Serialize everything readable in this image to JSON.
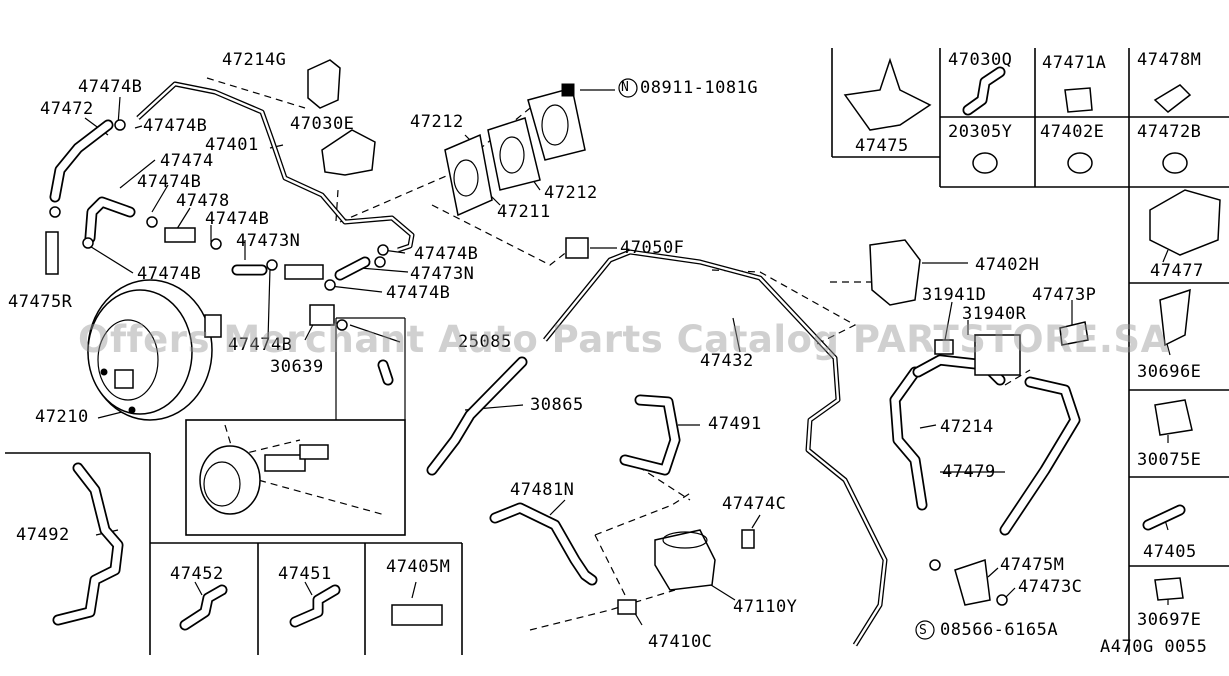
{
  "labels": {
    "l47474b_a": "47474B",
    "l47472": "47472",
    "l47474b_b": "47474B",
    "l47214g": "47214G",
    "l47030e": "47030E",
    "l47401": "47401",
    "l47474": "47474",
    "l47474b_c": "47474B",
    "l47478": "47478",
    "l47474b_d": "47474B",
    "l47473n_a": "47473N",
    "l47474b_e": "47474B",
    "l47475r": "47475R",
    "l47474b_f": "47474B",
    "l47473n_b": "47473N",
    "l47474b_g": "47474B",
    "l47474b_h": "47474B",
    "l30639": "30639",
    "l25085": "25085",
    "l47210": "47210",
    "l47212_a": "47212",
    "l47212_b": "47212",
    "l47211": "47211",
    "l08911": "08911-1081G",
    "l47050f": "47050F",
    "l47432": "47432",
    "l30865": "30865",
    "l47491": "47491",
    "l47481n": "47481N",
    "l47474c": "47474C",
    "l47110y": "47110Y",
    "l47410c": "47410C",
    "l47402h": "47402H",
    "l31941d": "31941D",
    "l31940r": "31940R",
    "l47473p": "47473P",
    "l47214": "47214",
    "l47479": "47479",
    "l47475m": "47475M",
    "l47473c": "47473C",
    "l08566": "08566-6165A",
    "l47492": "47492",
    "l47452": "47452",
    "l47451": "47451",
    "l47405m": "47405M",
    "l47475": "47475",
    "l47030q": "47030Q",
    "l47471a": "47471A",
    "l47478m": "47478M",
    "l20305y": "20305Y",
    "l47402e": "47402E",
    "l47472b": "47472B",
    "l47477": "47477",
    "l30696e": "30696E",
    "l30075e": "30075E",
    "l47405": "47405",
    "l30697e": "30697E",
    "l_code": "A470G 0055"
  },
  "symbols": {
    "n_circle": "N",
    "s_circle": "S"
  },
  "watermark": "Offers Merchant Auto Parts Catalog PARTSTORE.SA"
}
